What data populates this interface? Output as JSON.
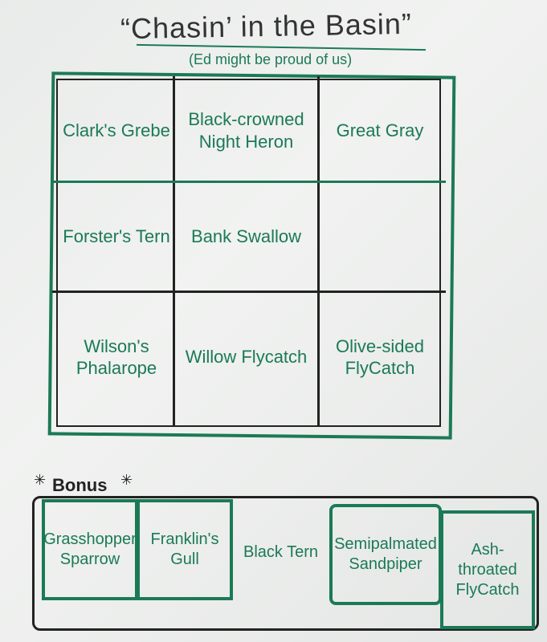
{
  "title": "“Chasin’ in the Basin”",
  "subtitle": "(Ed might be proud of us)",
  "grid": [
    "Clark's Grebe",
    "Black-crowned Night Heron",
    "Great Gray",
    "Forster's Tern",
    "Bank Swallow",
    "",
    "Wilson's Phalarope",
    "Willow Flycatch",
    "Olive-sided FlyCatch"
  ],
  "bonus": {
    "label": "Bonus",
    "items": [
      "Grasshopper Sparrow",
      "Franklin's Gull",
      "Black Tern",
      "Semipalmated Sandpiper",
      "Ash-throated FlyCatch"
    ]
  },
  "colors": {
    "marker_green": "#1b7a56",
    "marker_black": "#222222"
  }
}
